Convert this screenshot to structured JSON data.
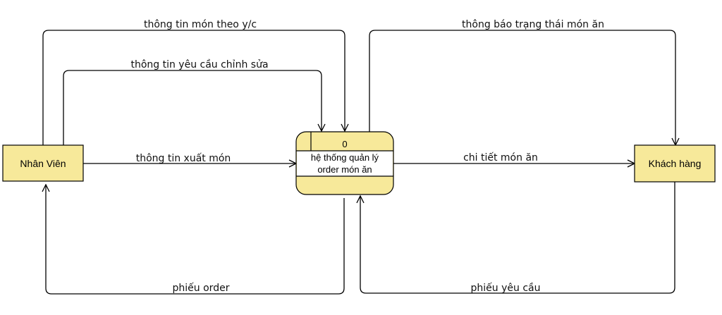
{
  "colors": {
    "node_fill": "#f7e99a",
    "node_stroke": "#000000",
    "line": "#000000",
    "background": "#ffffff"
  },
  "entities": {
    "staff": "Nhân Viên",
    "customer": "Khách hàng"
  },
  "process": {
    "number": "0",
    "name_line1": "hệ thống quản lý",
    "name_line2": "order món ăn"
  },
  "flows": [
    {
      "label": "thông tin món theo y/c",
      "from": "Nhân Viên",
      "to": "hệ thống quản lý order món ăn"
    },
    {
      "label": "thông tin yêu cầu chỉnh sửa",
      "from": "Nhân Viên",
      "to": "hệ thống quản lý order món ăn"
    },
    {
      "label": "thông tin xuất món",
      "from": "Nhân Viên",
      "to": "hệ thống quản lý order món ăn"
    },
    {
      "label": "phiếu order",
      "from": "hệ thống quản lý order món ăn",
      "to": "Nhân Viên"
    },
    {
      "label": "thông báo trạng thái món ăn",
      "from": "hệ thống quản lý order món ăn",
      "to": "Khách hàng"
    },
    {
      "label": "chi tiết món ăn",
      "from": "hệ thống quản lý order món ăn",
      "to": "Khách hàng"
    },
    {
      "label": "phiếu yêu cầu",
      "from": "Khách hàng",
      "to": "hệ thống quản lý order món ăn"
    }
  ]
}
